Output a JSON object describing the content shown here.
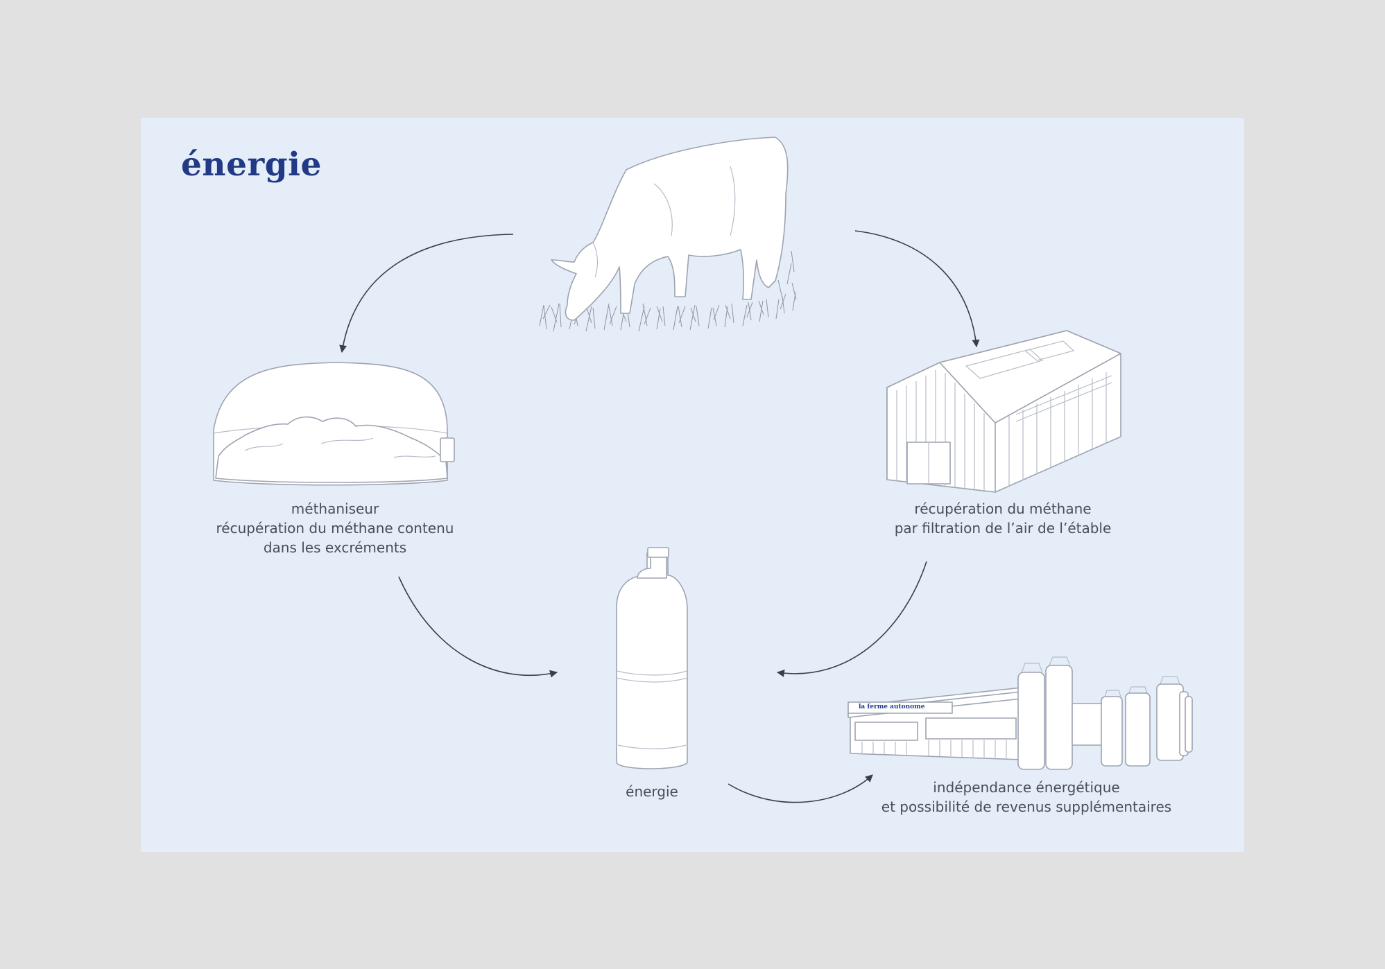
{
  "title": "énergie",
  "nodes": {
    "methaniseur": {
      "lines": [
        "méthaniseur",
        "récupération du méthane contenu",
        "dans les excréments"
      ]
    },
    "etable": {
      "lines": [
        "récupération du méthane",
        "par filtration de l’air de l’étable"
      ]
    },
    "energie": {
      "lines": [
        "énergie"
      ]
    },
    "ferme": {
      "sign": "la ferme autonome",
      "lines": [
        "indépendance énergétique",
        "et possibilité de revenus supplémentaires"
      ]
    }
  },
  "icons": [
    "cow-icon",
    "digester-icon",
    "barn-icon",
    "gas-bottle-icon",
    "farm-silos-icon"
  ],
  "colors": {
    "background": "#e1e1e1",
    "card": "#e4edf8",
    "title": "#223a86",
    "text": "#4a4d56",
    "arrow": "#3b3e46"
  }
}
